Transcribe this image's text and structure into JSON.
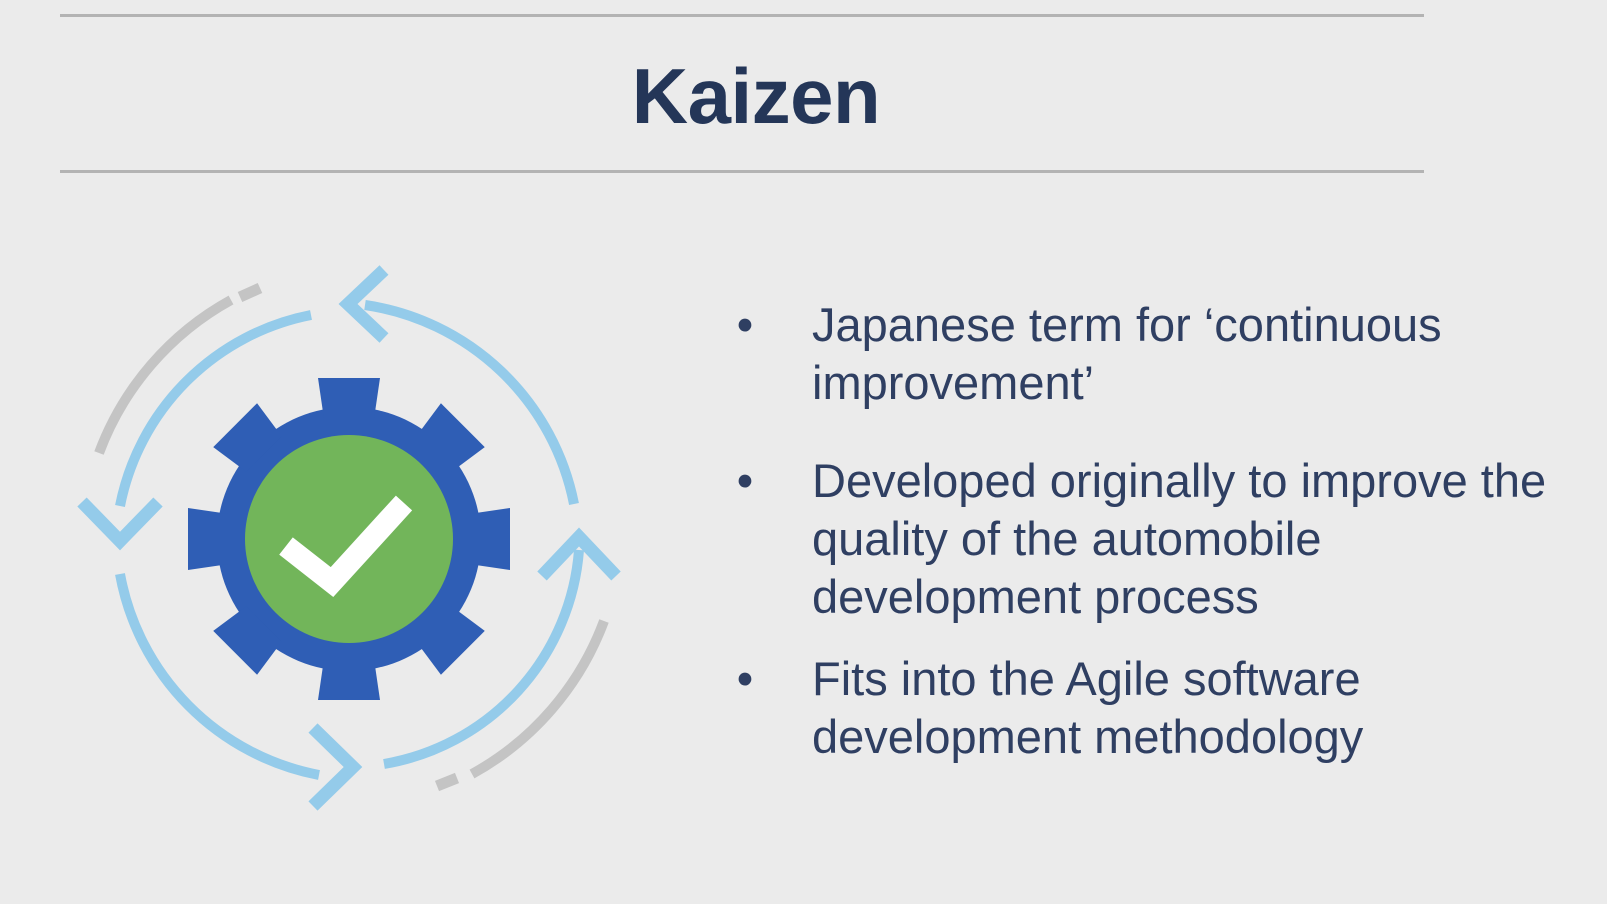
{
  "slide": {
    "title": "Kaizen",
    "bullet_char": "•",
    "bullets": [
      {
        "lines": [
          "Japanese term for ‘continuous",
          "improvement’"
        ]
      },
      {
        "lines": [
          "Developed originally to improve the",
          "quality of the automobile",
          "development process"
        ]
      },
      {
        "lines": [
          "Fits into the Agile software",
          "development methodology"
        ]
      }
    ]
  },
  "illustration": {
    "icon": "gear-checkmark-cycle-icon",
    "colors": {
      "gear": "#2f5eb5",
      "check_circle": "#72b55a",
      "check": "#ffffff",
      "arrows": "#94cbea",
      "accent_arcs": "#c4c4c4"
    }
  },
  "colors": {
    "background": "#ebebeb",
    "title": "#243658",
    "body_text": "#2f3f62",
    "rule": "#b3b3b3"
  }
}
